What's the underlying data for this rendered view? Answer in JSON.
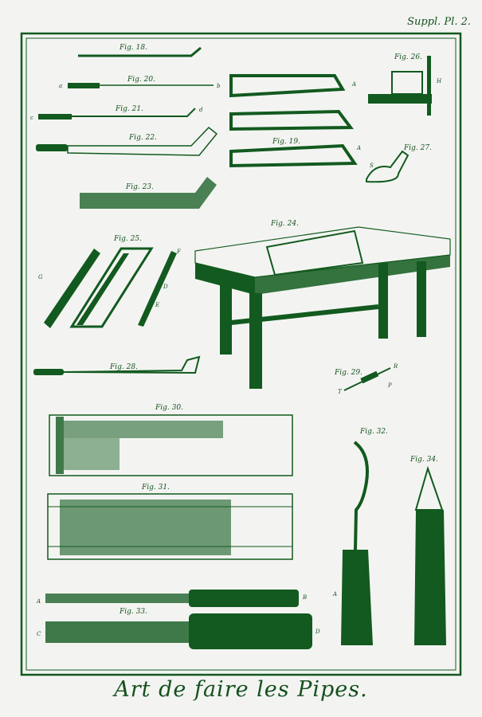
{
  "plate_label": "Suppl. Pl. 2.",
  "title": "Art de faire les Pipes.",
  "colors": {
    "ink": "#125a1f",
    "paper": "#f3f4f1"
  },
  "figures": {
    "f18": "Fig. 18.",
    "f19": "Fig. 19.",
    "f20": "Fig. 20.",
    "f21": "Fig. 21.",
    "f22": "Fig. 22.",
    "f23": "Fig. 23.",
    "f24": "Fig. 24.",
    "f25": "Fig. 25.",
    "f26": "Fig. 26.",
    "f27": "Fig. 27.",
    "f28": "Fig. 28.",
    "f29": "Fig. 29.",
    "f30": "Fig. 30.",
    "f31": "Fig. 31.",
    "f32": "Fig. 32.",
    "f33": "Fig. 33.",
    "f34": "Fig. 34."
  },
  "letters": {
    "a": "a",
    "b": "b",
    "c": "c",
    "d": "d",
    "A": "A",
    "B": "B",
    "C": "C",
    "D": "D",
    "E": "E",
    "F": "F",
    "G": "G",
    "H": "H",
    "R": "R",
    "P": "P",
    "T": "T",
    "S": "S"
  }
}
